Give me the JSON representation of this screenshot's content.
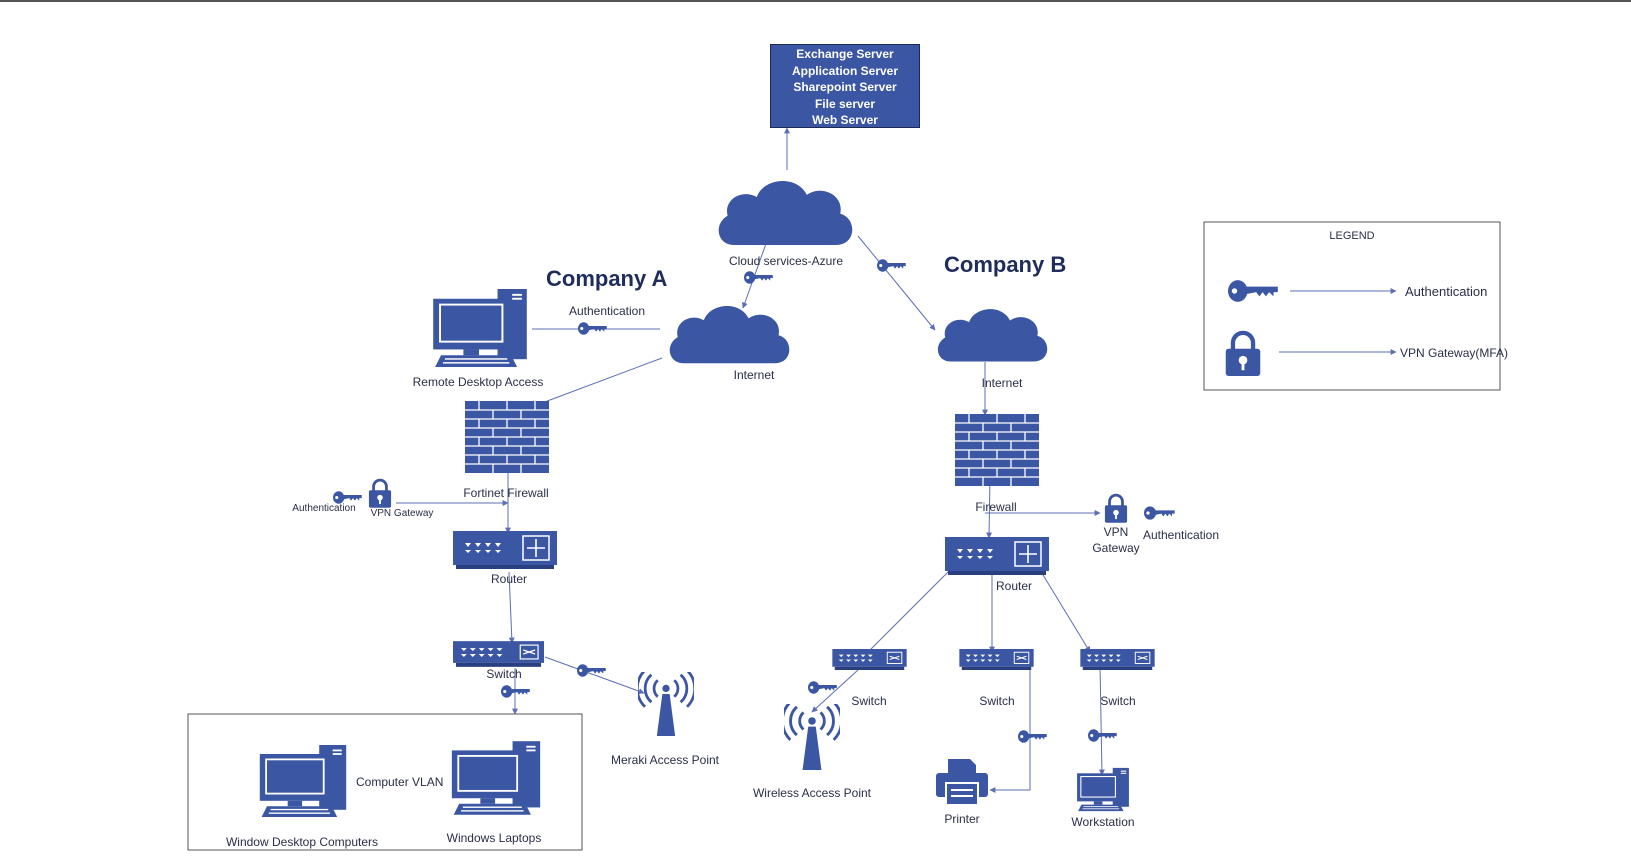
{
  "server_stack": [
    "Exchange Server",
    "Application Server",
    "Sharepoint Server",
    "File server",
    "Web Server"
  ],
  "company_a": {
    "title": "Company  A",
    "cloud_label": "Internet",
    "auth_label": "Authentication",
    "remote_desktop": "Remote Desktop Access",
    "firewall": "Fortinet Firewall",
    "auth_small": "Authentication",
    "vpn_small": "VPN Gateway",
    "router": "Router",
    "switch": "Switch",
    "meraki": "Meraki Access Point",
    "vlan_label": "Computer VLAN",
    "desktops": "Window Desktop Computers",
    "laptops": "Windows Laptops"
  },
  "cloud_azure": "Cloud services-Azure",
  "company_b": {
    "title": "Company B",
    "cloud_label": "Internet",
    "firewall": "Firewall",
    "vpn_line1": "VPN",
    "vpn_line2": "Gateway",
    "auth_label": "Authentication",
    "router": "Router",
    "switch1": "Switch",
    "switch2": "Switch",
    "switch3": "Switch",
    "wireless": "Wireless Access Point",
    "printer": "Printer",
    "workstation": "Workstation"
  },
  "legend": {
    "title": "LEGEND",
    "auth": "Authentication",
    "vpn": "VPN Gateway(MFA)"
  },
  "colors": {
    "icon": "#3b56a3",
    "line": "#5b6fb3",
    "text": "#2a2e4a"
  }
}
